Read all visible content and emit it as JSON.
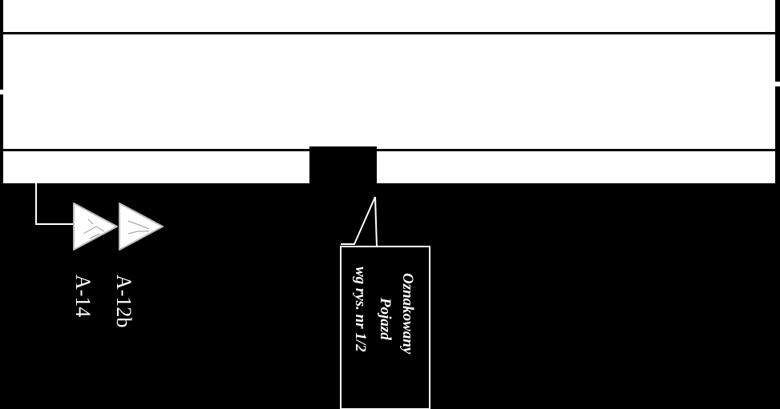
{
  "colors": {
    "background": "#000000",
    "road": "#ffffff",
    "line": "#000000",
    "text": "#ffffff"
  },
  "signs": [
    {
      "code": "A-14",
      "icon": "warning-triangle-sign-icon"
    },
    {
      "code": "A-12b",
      "icon": "warning-triangle-sign-icon"
    }
  ],
  "callout": {
    "line1": "Oznakowany",
    "line2": "Pojazd",
    "line3": "wg rys. nr 1/2"
  }
}
